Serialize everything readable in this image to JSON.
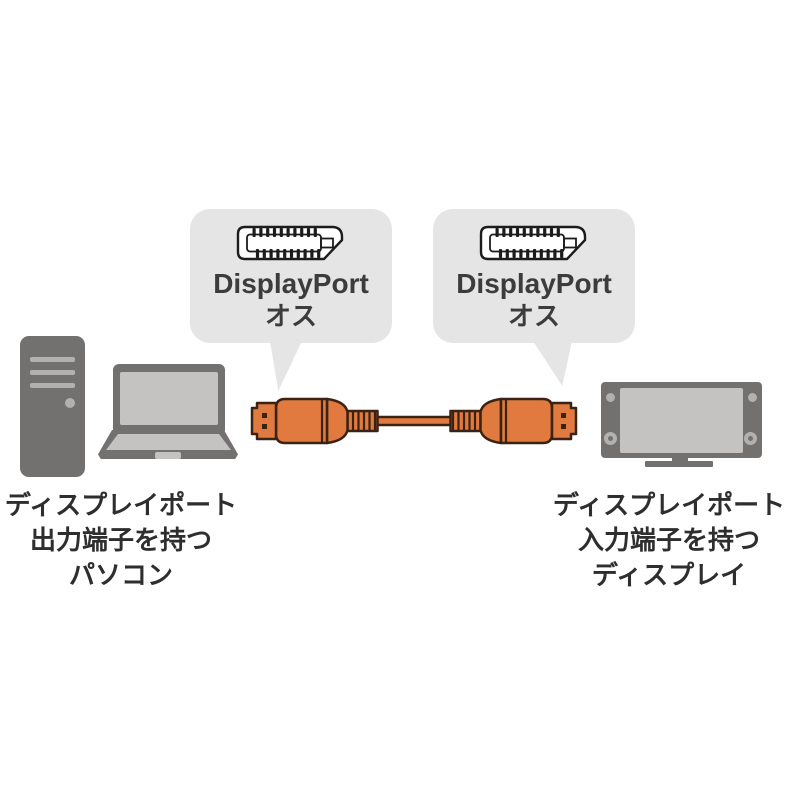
{
  "bubble_left": {
    "title": "DisplayPort",
    "subtitle": "オス",
    "icon": "displayport-connector-icon"
  },
  "bubble_right": {
    "title": "DisplayPort",
    "subtitle": "オス",
    "icon": "displayport-connector-icon"
  },
  "caption_left": {
    "line1": "ディスプレイポート",
    "line2": "出力端子を持つ",
    "line3": "パソコン"
  },
  "caption_right": {
    "line1": "ディスプレイポート",
    "line2": "入力端子を持つ",
    "line3": "ディスプレイ"
  },
  "icons": {
    "bubbles": "displayport-connector-icon",
    "left_devices": [
      "desktop-tower-icon",
      "laptop-icon"
    ],
    "cable": "displayport-cable-icon",
    "right_device": "monitor-icon"
  },
  "colors": {
    "background": "#ffffff",
    "bubble": "#e5e5e5",
    "bubble_text": "#3c3c3c",
    "text_dark": "#2e2e2e",
    "device_dark": "#727170",
    "device_light": "#c4c3c2",
    "device_accent": "#b3b1af",
    "cable_fill": "#e07a3f",
    "cable_outline": "#3a2314",
    "icon_line": "#1c1c1c",
    "icon_fill": "#ffffff"
  }
}
